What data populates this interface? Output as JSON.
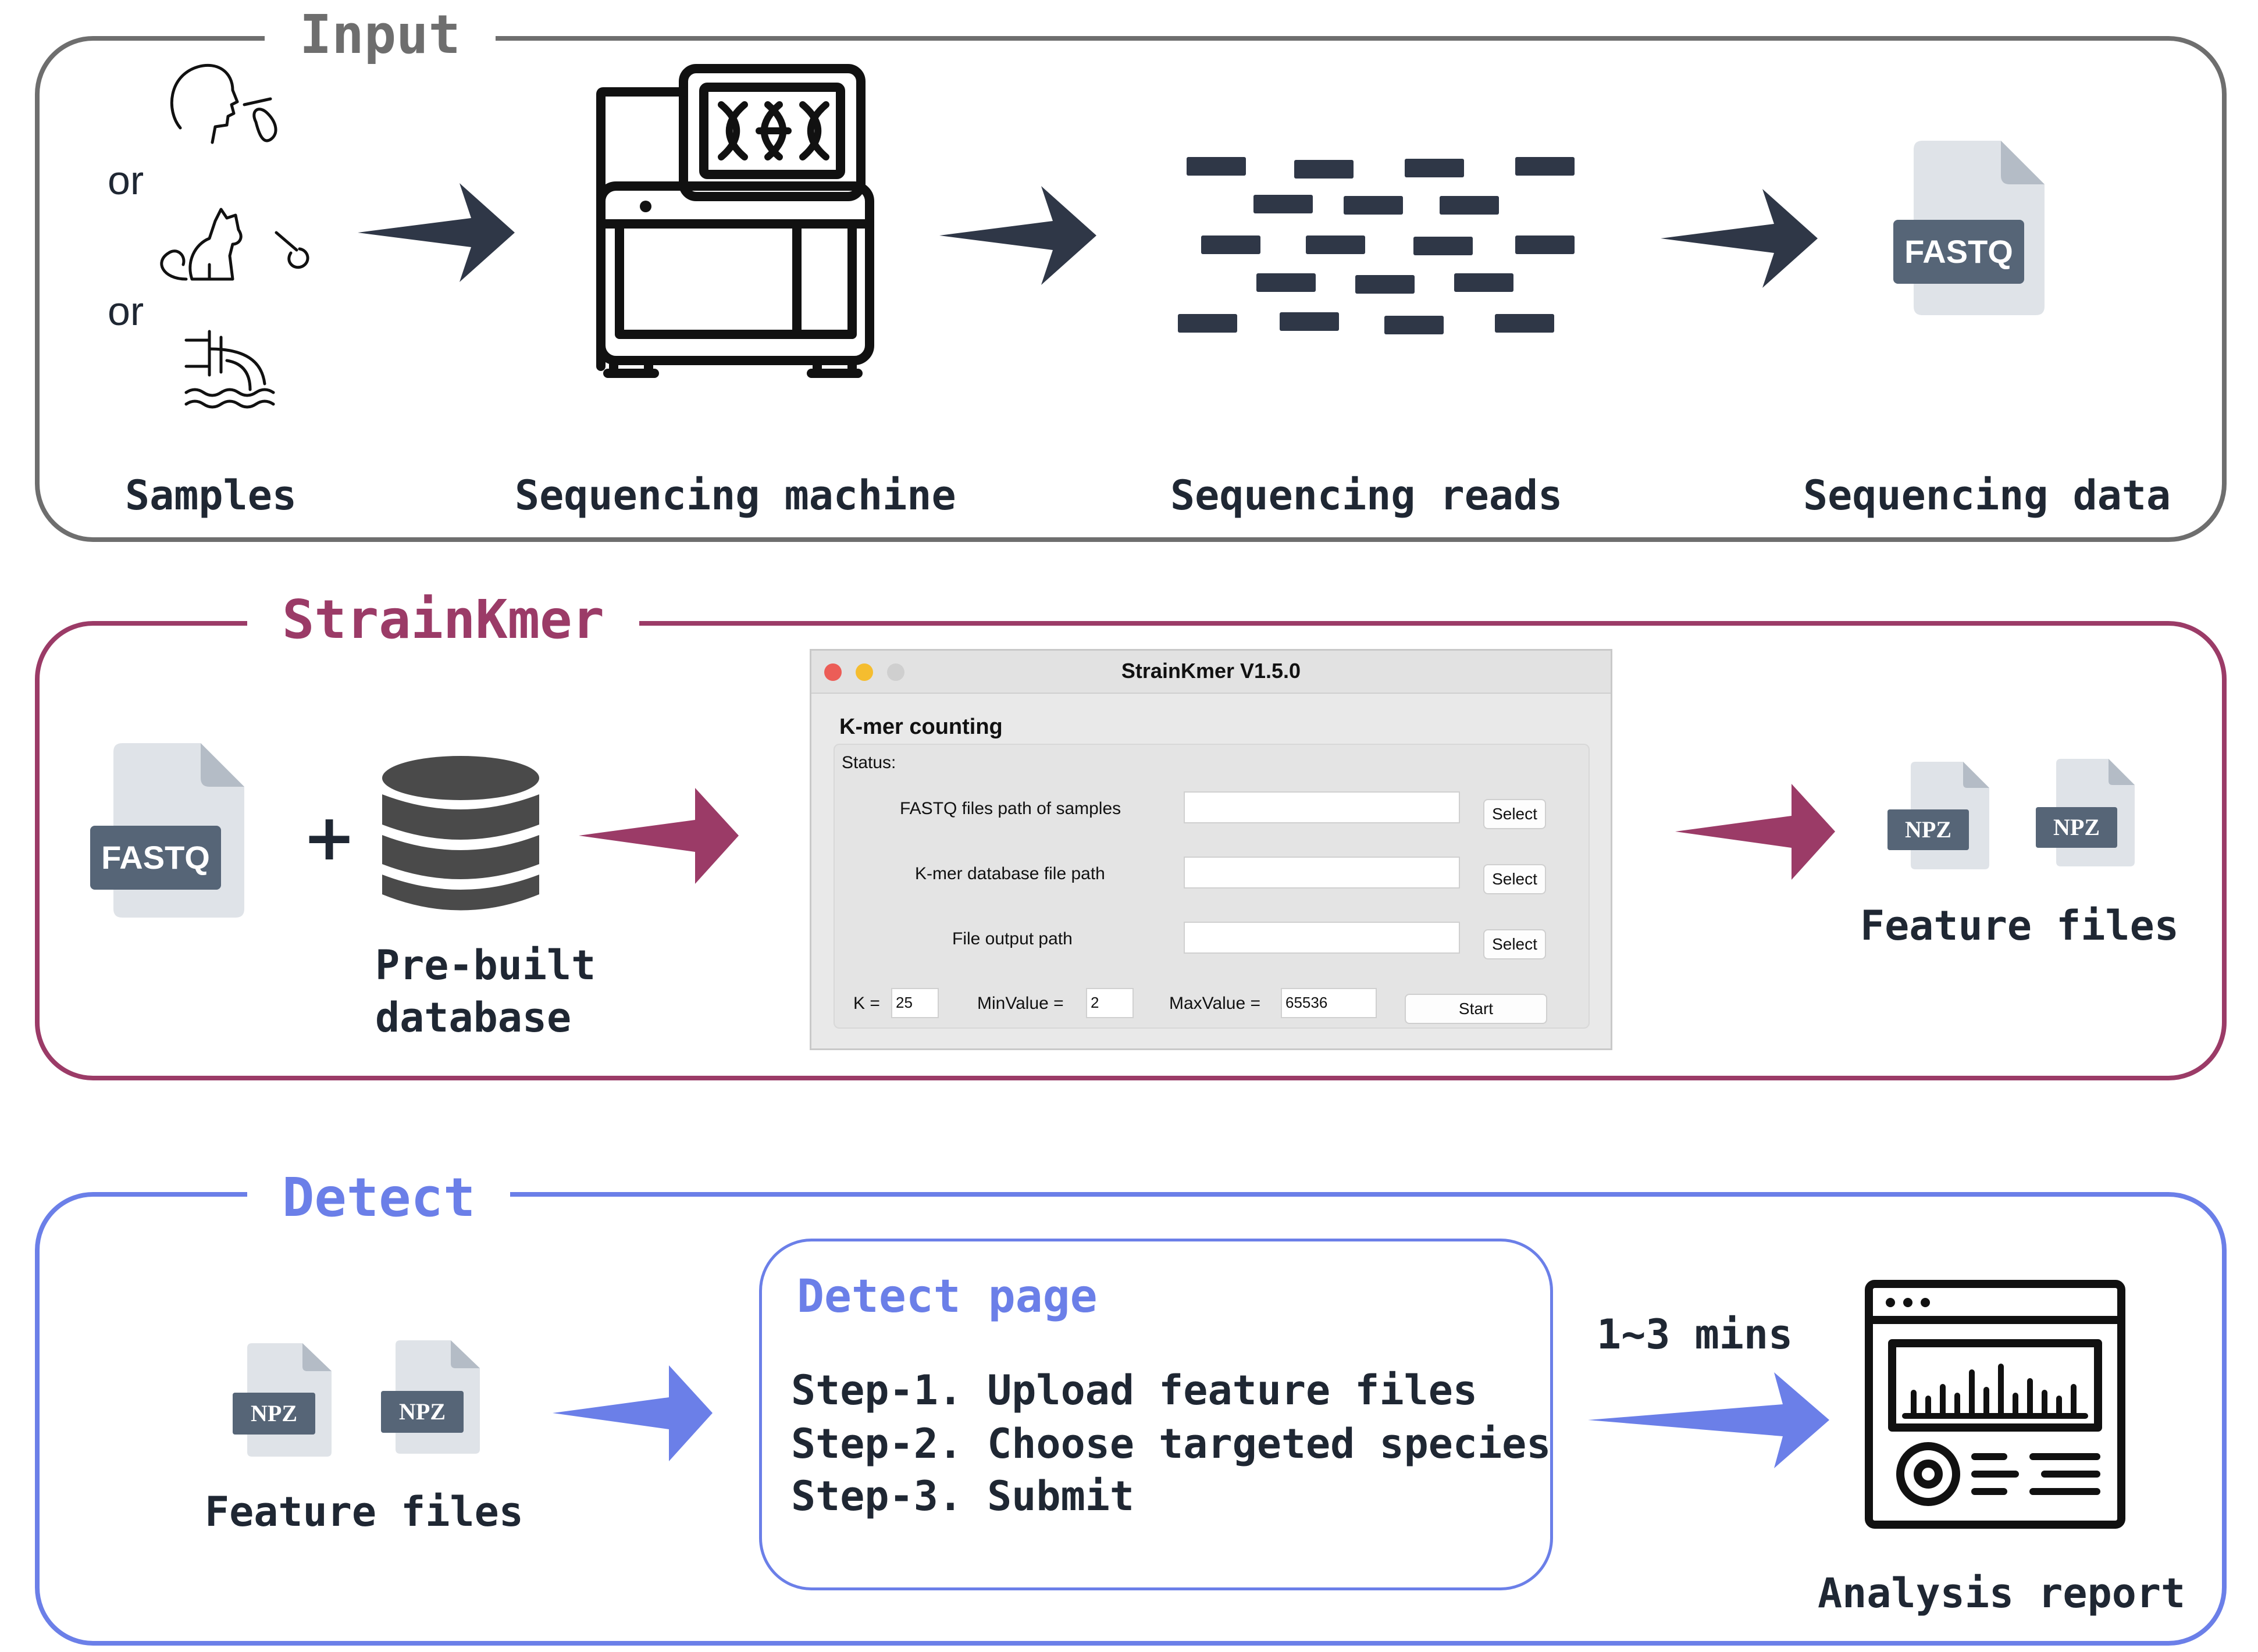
{
  "sections": {
    "input": {
      "title": "Input",
      "color": "#6e6e6e"
    },
    "strainkmer": {
      "title": "StrainKmer",
      "color": "#9b3b67"
    },
    "detect": {
      "title": "Detect",
      "color": "#6b7fe8"
    }
  },
  "input_row": {
    "or_1": "or",
    "or_2": "or",
    "samples": "Samples",
    "machine": "Sequencing machine",
    "reads": "Sequencing reads",
    "data": "Sequencing data",
    "fastq": "FASTQ"
  },
  "strainkmer_row": {
    "fastq": "FASTQ",
    "plus": "+",
    "db_line1": "Pre-built",
    "db_line2": "database",
    "npz_1": "NPZ",
    "npz_2": "NPZ",
    "feature_files": "Feature files"
  },
  "app_window": {
    "title": "StrainKmer V1.5.0",
    "heading": "K-mer counting",
    "status": "Status:",
    "field_1": "FASTQ files path of samples",
    "field_2": "K-mer database file path",
    "field_3": "File output path",
    "select": "Select",
    "k_label": "K =",
    "k_value": "25",
    "min_label": "MinValue =",
    "min_value": "2",
    "max_label": "MaxValue =",
    "max_value": "65536",
    "start": "Start"
  },
  "detect_row": {
    "npz_1": "NPZ",
    "npz_2": "NPZ",
    "feature_files": "Feature files",
    "page_title": "Detect page",
    "step_1": "Step-1. Upload feature files",
    "step_2": "Step-2. Choose targeted species",
    "step_3": "Step-3. Submit",
    "time": "1~3 mins",
    "report": "Analysis report"
  },
  "icons": [
    "nasal-swab-person-icon",
    "dog-swab-icon",
    "sewage-pipe-icon",
    "sequencer-machine-icon",
    "reads-icon",
    "fastq-file-icon",
    "database-icon",
    "npz-file-icon",
    "report-dashboard-icon",
    "arrow-icon"
  ]
}
